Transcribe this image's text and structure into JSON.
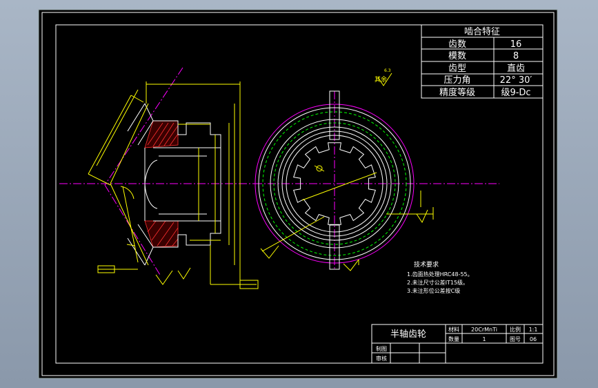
{
  "table": {
    "title": "啮合特征",
    "rows": [
      {
        "label": "齿数",
        "value": "16"
      },
      {
        "label": "模数",
        "value": "8"
      },
      {
        "label": "齿型",
        "value": "直齿"
      },
      {
        "label": "压力角",
        "value": "22° 30′"
      },
      {
        "label": "精度等级",
        "value": "级9-Dc"
      }
    ]
  },
  "tech": {
    "title": "技术要求",
    "items": [
      "1.齿面热处理HRC48-55。",
      "2.未注尺寸公差IT15级。",
      "3.未注形位公差按C级"
    ]
  },
  "title_block": {
    "part_name": "半轴齿轮",
    "material_label": "材料",
    "material_value": "20CrMnTi",
    "scale_label": "比例",
    "scale_value": "1:1",
    "qty_label": "数量",
    "qty_value": "1",
    "drawing_no_label": "图号",
    "drawing_no_value": "06",
    "drawn_label": "制图",
    "checked_label": "审核"
  },
  "roughness": {
    "rest_label": "其余",
    "rest_value": "6.3"
  },
  "colors": {
    "background": "#000000",
    "outline": "#ffffff",
    "dimension": "#ffff00",
    "centerline": "#ff00ff",
    "pitch_circle": "#00ff00",
    "hatch": "#ff3030",
    "window_frame": "#a9b6c6"
  }
}
